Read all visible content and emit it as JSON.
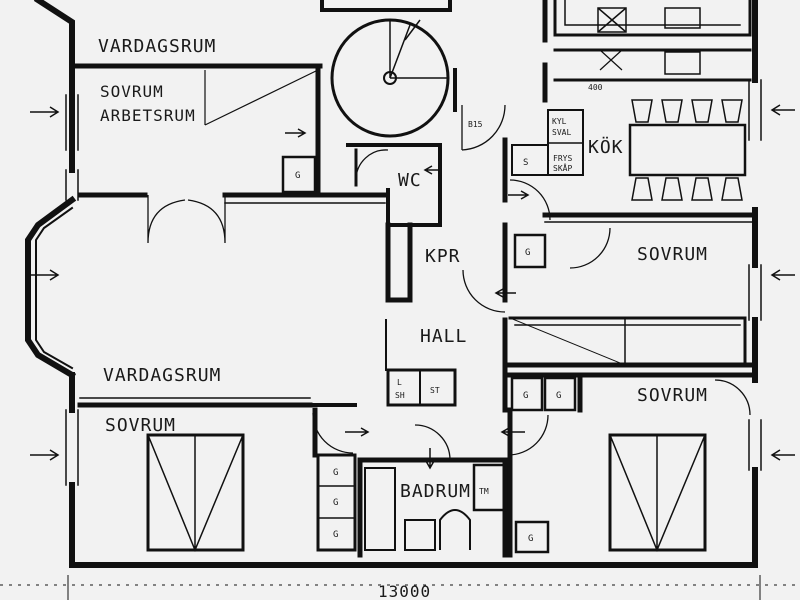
{
  "rooms": {
    "vardagsrum_top": "VARDAGSRUM",
    "sovrum_arbetsrum_1": "SOVRUM",
    "sovrum_arbetsrum_2": "ARBETSRUM",
    "wc": "WC",
    "kok": "KÖK",
    "kpr": "KPR",
    "sovrum_right_upper": "SOVRUM",
    "hall": "HALL",
    "vardagsrum_main": "VARDAGSRUM",
    "sovrum_lower_left": "SOVRUM",
    "sovrum_lower_right": "SOVRUM",
    "badrum": "BADRUM"
  },
  "fixtures": {
    "g": "G",
    "s": "S",
    "kyl": "KYL",
    "sval": "SVAL",
    "frys": "FRYS",
    "skap": "SKÅP",
    "bis": "B15",
    "l": "L",
    "sh": "SH",
    "st": "ST",
    "tm": "TM",
    "d400": "400"
  },
  "dimension": "13000",
  "colors": {
    "line": "#111111",
    "paper": "#f2f2f2"
  }
}
